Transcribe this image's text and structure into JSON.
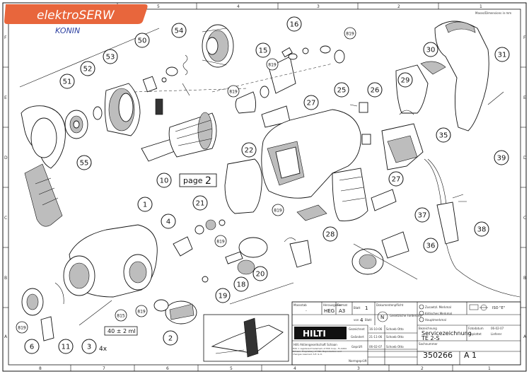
{
  "logo": {
    "brand": "elektroSERW",
    "city": "KONIN"
  },
  "border": {
    "top_numbers": [
      "5",
      "4",
      "3",
      "2",
      "1"
    ],
    "bottom_numbers": [
      "8",
      "7",
      "6",
      "5",
      "4",
      "3",
      "2",
      "1"
    ],
    "left_letters": [
      "F",
      "E",
      "D",
      "C",
      "B",
      "A"
    ]
  },
  "note_units": "Masse/Dimensions in mm",
  "parts": [
    {
      "label": "1"
    },
    {
      "label": "2"
    },
    {
      "label": "3"
    },
    {
      "label": "4"
    },
    {
      "label": "6"
    },
    {
      "label": "10"
    },
    {
      "label": "11"
    },
    {
      "label": "15"
    },
    {
      "label": "16"
    },
    {
      "label": "18"
    },
    {
      "label": "19"
    },
    {
      "label": "20"
    },
    {
      "label": "21"
    },
    {
      "label": "22"
    },
    {
      "label": "25"
    },
    {
      "label": "26"
    },
    {
      "label": "27"
    },
    {
      "label": "27"
    },
    {
      "label": "28"
    },
    {
      "label": "29"
    },
    {
      "label": "30"
    },
    {
      "label": "31"
    },
    {
      "label": "35"
    },
    {
      "label": "36"
    },
    {
      "label": "37"
    },
    {
      "label": "38"
    },
    {
      "label": "39"
    },
    {
      "label": "50"
    },
    {
      "label": "51"
    },
    {
      "label": "52"
    },
    {
      "label": "53"
    },
    {
      "label": "54"
    },
    {
      "label": "55"
    },
    {
      "label": "819"
    },
    {
      "label": "819"
    },
    {
      "label": "819"
    },
    {
      "label": "819"
    },
    {
      "label": "819"
    },
    {
      "label": "819"
    },
    {
      "label": "819"
    },
    {
      "label": "815"
    }
  ],
  "page_box": {
    "word": "page",
    "number": "2"
  },
  "lube_note": "40 ± 2 ml",
  "qty_note": "4x",
  "title_block": {
    "masstab_label": "Massstab",
    "masstab_value": "-",
    "herausgeber_label": "Herausgeber",
    "herausgeber_value": "HEG",
    "format_label": "Format",
    "format_value": "A3",
    "blatt_label": "Blatt",
    "blatt_value": "1",
    "von_label": "von",
    "von_value": "4",
    "von_suffix": "Blatt",
    "doc_label": "Dokumentenpflicht",
    "gesetz": "Gesetzliche Forderung",
    "zus_merkmal": "Zusaetzl. Merkmal",
    "krit_merkmal": "Kritisches Merkmal",
    "haupt_merkmal": "Hauptmerkmal",
    "iso": "ISO \"E\"",
    "gezeichnet_label": "Gezeichnet",
    "gezeichnet_date": "16-10-06",
    "gezeichnet_name": "Schoeb Otto",
    "geaendert_label": "Geändert",
    "geaendert_date": "21-11-06",
    "geaendert_name": "Schoeb Otto",
    "geprueft_label": "Geprüft",
    "geprueft_date": "06-02-07",
    "geprueft_name": "Schoeb Otto",
    "normgeprueft_label": "Normgeprüft",
    "fotodatum_label": "Fotodatum",
    "fotodatum_value": "06-02-07",
    "geplottet_label": "Geplottet",
    "geplottet_value": "Lieferer",
    "bezeichnung_label": "Bezeichnung",
    "bezeichnung_1": "Servicezeichnung",
    "bezeichnung_2": "TE 2-S",
    "sachnummer_label": "Sachnummer",
    "sachnummer": "350266",
    "revision": "A 1",
    "company_logo": "HILTI",
    "company": "Hilti Aktiengesellschaft Schaan",
    "small_print": "Hilti = registered trademark of Hilti Corp., FL-9494 Schaan. Proprietary of Hilti. Reproduction and changes reserved, S.E. & O."
  }
}
